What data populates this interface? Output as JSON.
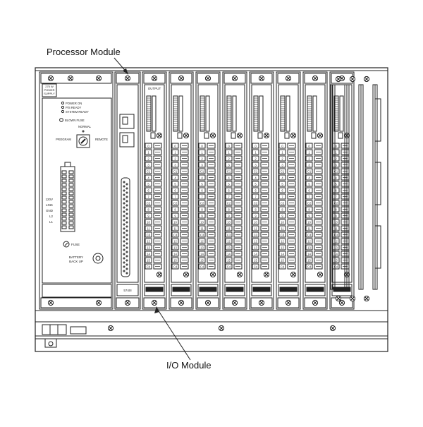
{
  "callouts": {
    "processor_module": "Processor Module",
    "io_module": "I/O Module"
  },
  "power_supply": {
    "title_lines": [
      "275 W",
      "POWER",
      "SUPPLY"
    ],
    "indicators": [
      "POWER ON",
      "P/S READY",
      "SYSTEM READY"
    ],
    "fuse_label": "BLOWN FUSE",
    "key_switch": {
      "normal": "NORMAL",
      "program": "PROGRAM",
      "remote": "REMOTE"
    },
    "terminal_labels": [
      "120V",
      "LINK",
      "GND",
      "L2",
      "L1"
    ],
    "bottom_fuse": "FUSE",
    "battery_lines": [
      "BATTERY",
      "BACK UP"
    ]
  },
  "processor": {
    "model": "5740I"
  },
  "io": {
    "first_module_label": "OUTPUT",
    "channel_labels": [
      "0",
      "1",
      "2",
      "3",
      "C1",
      "4",
      "5",
      "6",
      "7",
      "C2",
      "8",
      "9",
      "10",
      "11",
      "C3",
      "12",
      "13",
      "14",
      "15",
      "C4"
    ],
    "module_count": 8
  },
  "colors": {
    "line": "#222222",
    "fill": "#ffffff",
    "shade": "#d8d8d8"
  }
}
